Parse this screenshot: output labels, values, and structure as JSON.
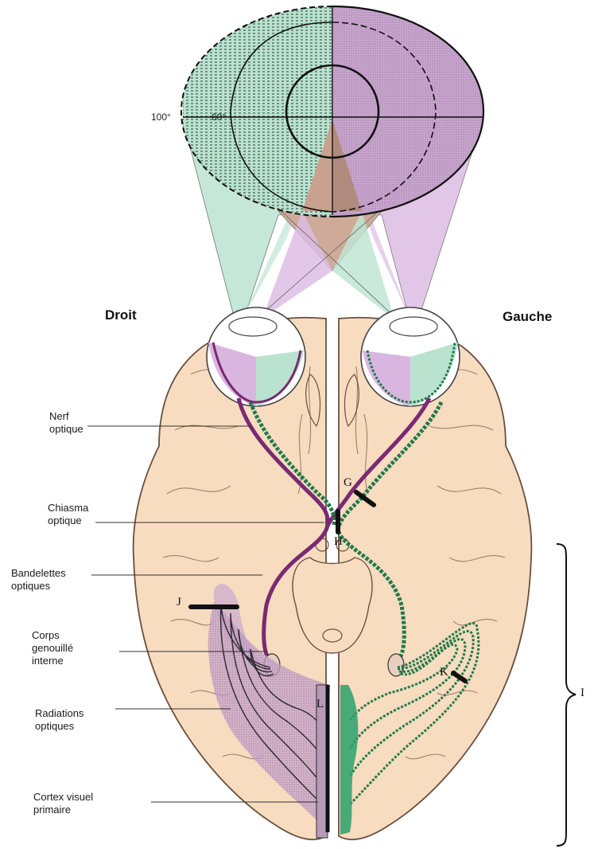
{
  "field": {
    "deg_100": "100°",
    "deg_60": "60°"
  },
  "sides": {
    "right": "Droit",
    "left": "Gauche"
  },
  "labels": [
    {
      "id": "nerf-optique",
      "lines": [
        "Nerf",
        "optique"
      ]
    },
    {
      "id": "chiasma-optique",
      "lines": [
        "Chiasma",
        "optique"
      ]
    },
    {
      "id": "bandelettes-optiques",
      "lines": [
        "Bandelettes",
        "optiques"
      ]
    },
    {
      "id": "corps-genouille-interne",
      "lines": [
        "Corps",
        "genouillé",
        "interne"
      ]
    },
    {
      "id": "radiations-optiques",
      "lines": [
        "Radiations",
        "optiques"
      ]
    },
    {
      "id": "cortex-visuel-primaire",
      "lines": [
        "Cortex visuel",
        "primaire"
      ]
    }
  ],
  "lesions": {
    "G": "G",
    "H": "H",
    "J": "J",
    "K": "K",
    "L": "L",
    "I": "I"
  },
  "colors": {
    "left_field": "#b9e3cf",
    "right_field": "#c9a6cf",
    "overlap": "#c9a28f",
    "brain": "#f7dcc0",
    "purple_tract": "#7a2a72",
    "green_tract": "#1f7a4a"
  }
}
